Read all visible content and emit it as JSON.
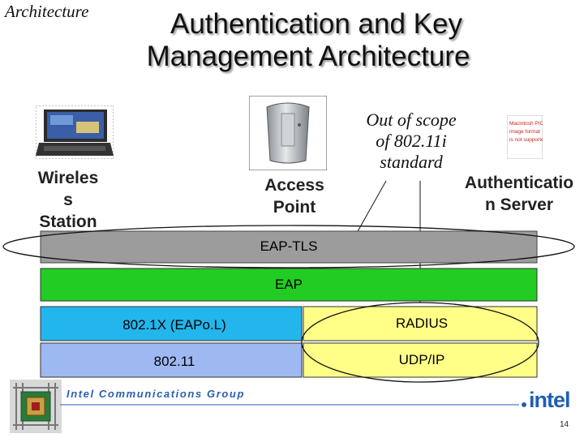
{
  "header": {
    "corner_label": "Architecture",
    "title_line1": "Authentication and Key",
    "title_line2": "Management Architecture"
  },
  "diagram": {
    "wireless_station": "Wireles\ns\nStation",
    "access_point": "Access\nPoint",
    "authentication_server": "Authenticatio\nn Server",
    "out_of_scope": "Out of scope\nof 802.11i\nstandard",
    "server_image_text": "Macintosh PICT\nimage format\nis not supported",
    "eap_tls": "EAP-TLS",
    "eap": "EAP",
    "dot1x": "802.1X (EAPo.L)",
    "dot11": "802.11",
    "radius": "RADIUS",
    "udp_ip": "UDP/IP"
  },
  "footer": {
    "group": "Intel Communications Group",
    "logo": "intel",
    "page_number": "14"
  },
  "colors": {
    "eap_tls_bar": "#9c9c9c",
    "eap_bar": "#22cc22",
    "dot1x_bar": "#22b6ec",
    "dot11_bar": "#9eb8f2",
    "radius_bar": "#ffff88",
    "udp_bar": "#ffff88",
    "footer_blue": "#2a5fb0"
  }
}
